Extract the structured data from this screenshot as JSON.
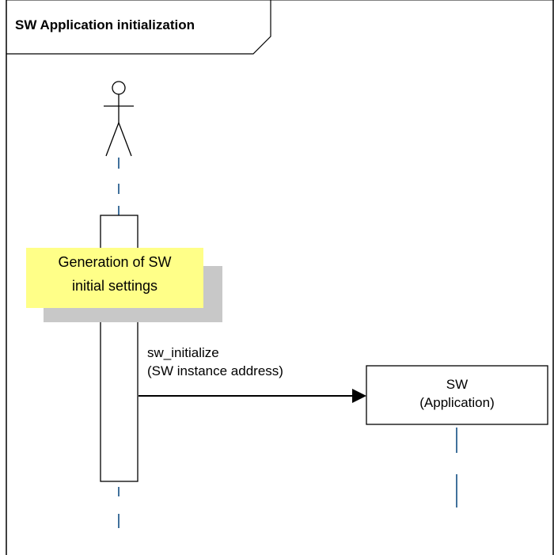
{
  "frame": {
    "title": "SW Application initialization"
  },
  "note": {
    "line1": "Generation of SW",
    "line2": "initial settings"
  },
  "message": {
    "line1": "sw_initialize",
    "line2": "(SW instance address)"
  },
  "object": {
    "line1": "SW",
    "line2": "(Application)"
  },
  "colors": {
    "lifeline": "#41719c",
    "note_fill": "#ffff88",
    "note_shadow": "#c8c8c8",
    "stroke": "#000000"
  }
}
